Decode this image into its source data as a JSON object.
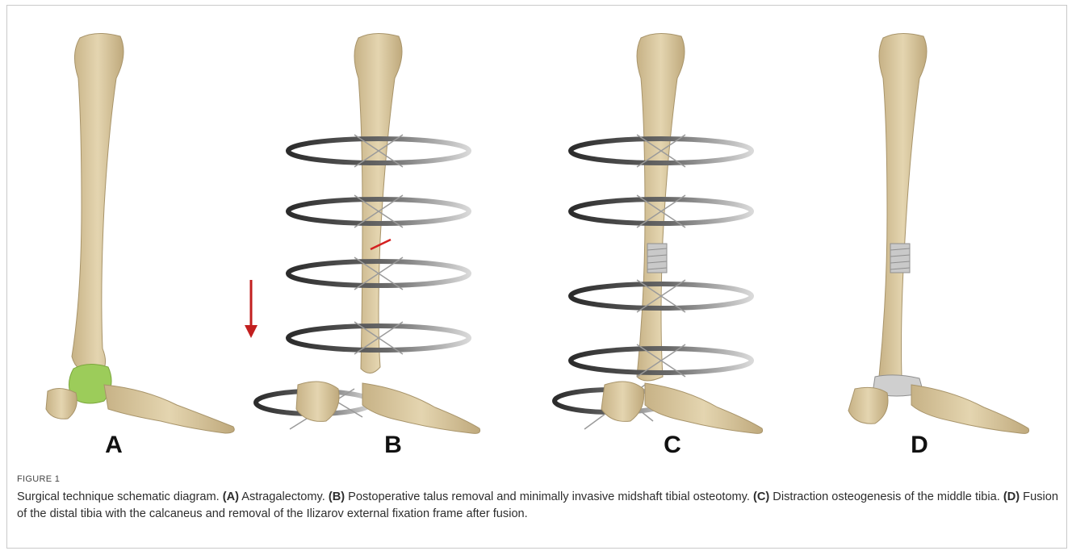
{
  "figure": {
    "label": "FIGURE 1",
    "panels": [
      {
        "letter": "A"
      },
      {
        "letter": "B"
      },
      {
        "letter": "C"
      },
      {
        "letter": "D"
      }
    ],
    "caption": {
      "lead": "Surgical technique schematic diagram. ",
      "parts": [
        {
          "tag": "(A)",
          "text": " Astragalectomy. "
        },
        {
          "tag": "(B)",
          "text": " Postoperative talus removal and minimally invasive midshaft tibial osteotomy. "
        },
        {
          "tag": "(C)",
          "text": " Distraction osteogenesis of the middle tibia. "
        },
        {
          "tag": "(D)",
          "text": " Fusion of the distal tibia with the calcaneus and removal of the Ilizarov external fixation frame after fusion."
        }
      ]
    },
    "colors": {
      "bone": "#d8c7a0",
      "bone_shade": "#b8a47a",
      "talus_highlight": "#9ccc5a",
      "ring_dark": "#2b2b2b",
      "ring_light": "#d9d9d9",
      "arrow": "#c21f1f",
      "osteotomy_line": "#d42020"
    }
  }
}
